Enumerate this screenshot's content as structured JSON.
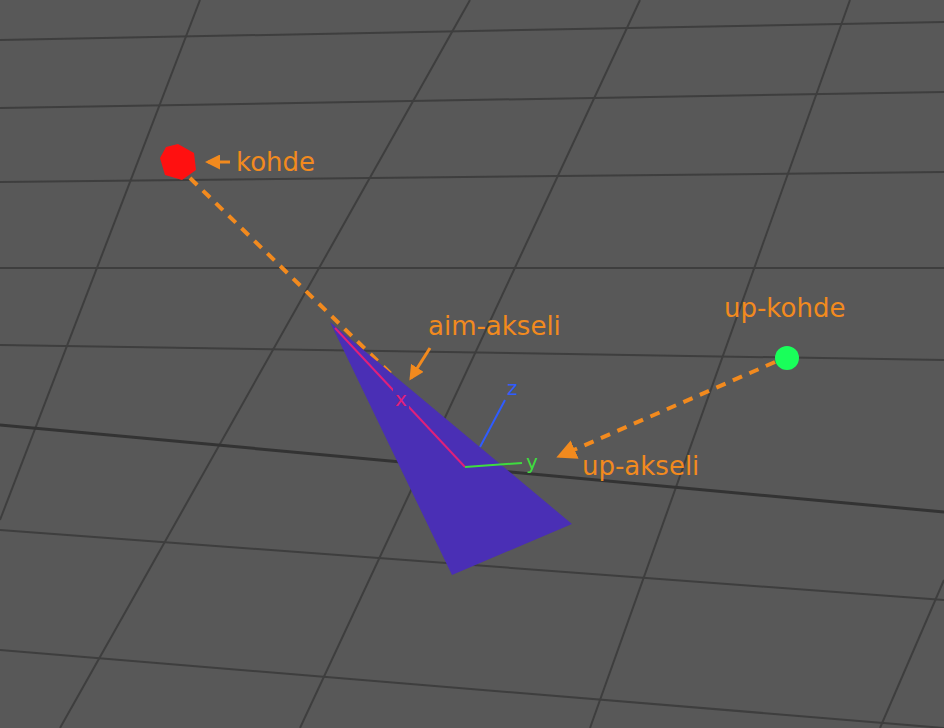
{
  "diagram": {
    "labels": [
      "kohde",
      "aim-akseli",
      "up-kohde",
      "x",
      "z",
      "y",
      "up-akseli"
    ]
  }
}
